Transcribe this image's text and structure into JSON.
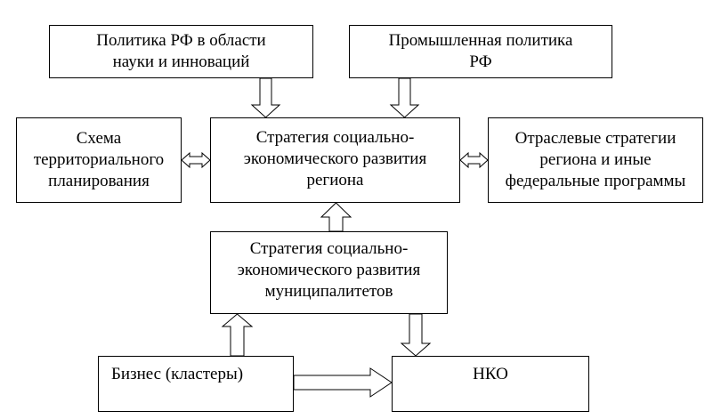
{
  "diagram": {
    "boxes": {
      "science_policy": "Политика РФ в области\nнауки и инноваций",
      "industrial_policy": "Промышленная политика\nРФ",
      "territorial_scheme": "Схема\nтерриториального\nпланирования",
      "regional_strategy": "Стратегия социально-\nэкономического развития\nрегиона",
      "sectoral_strategies": "Отраслевые стратегии\nрегиона и иные\nфедеральные программы",
      "municipal_strategy": "Стратегия социально-\nэкономического развития\nмуниципалитетов",
      "business": "Бизнес (кластеры)",
      "nko": "НКО"
    },
    "colors": {
      "line": "#000000",
      "fill": "#ffffff"
    }
  }
}
